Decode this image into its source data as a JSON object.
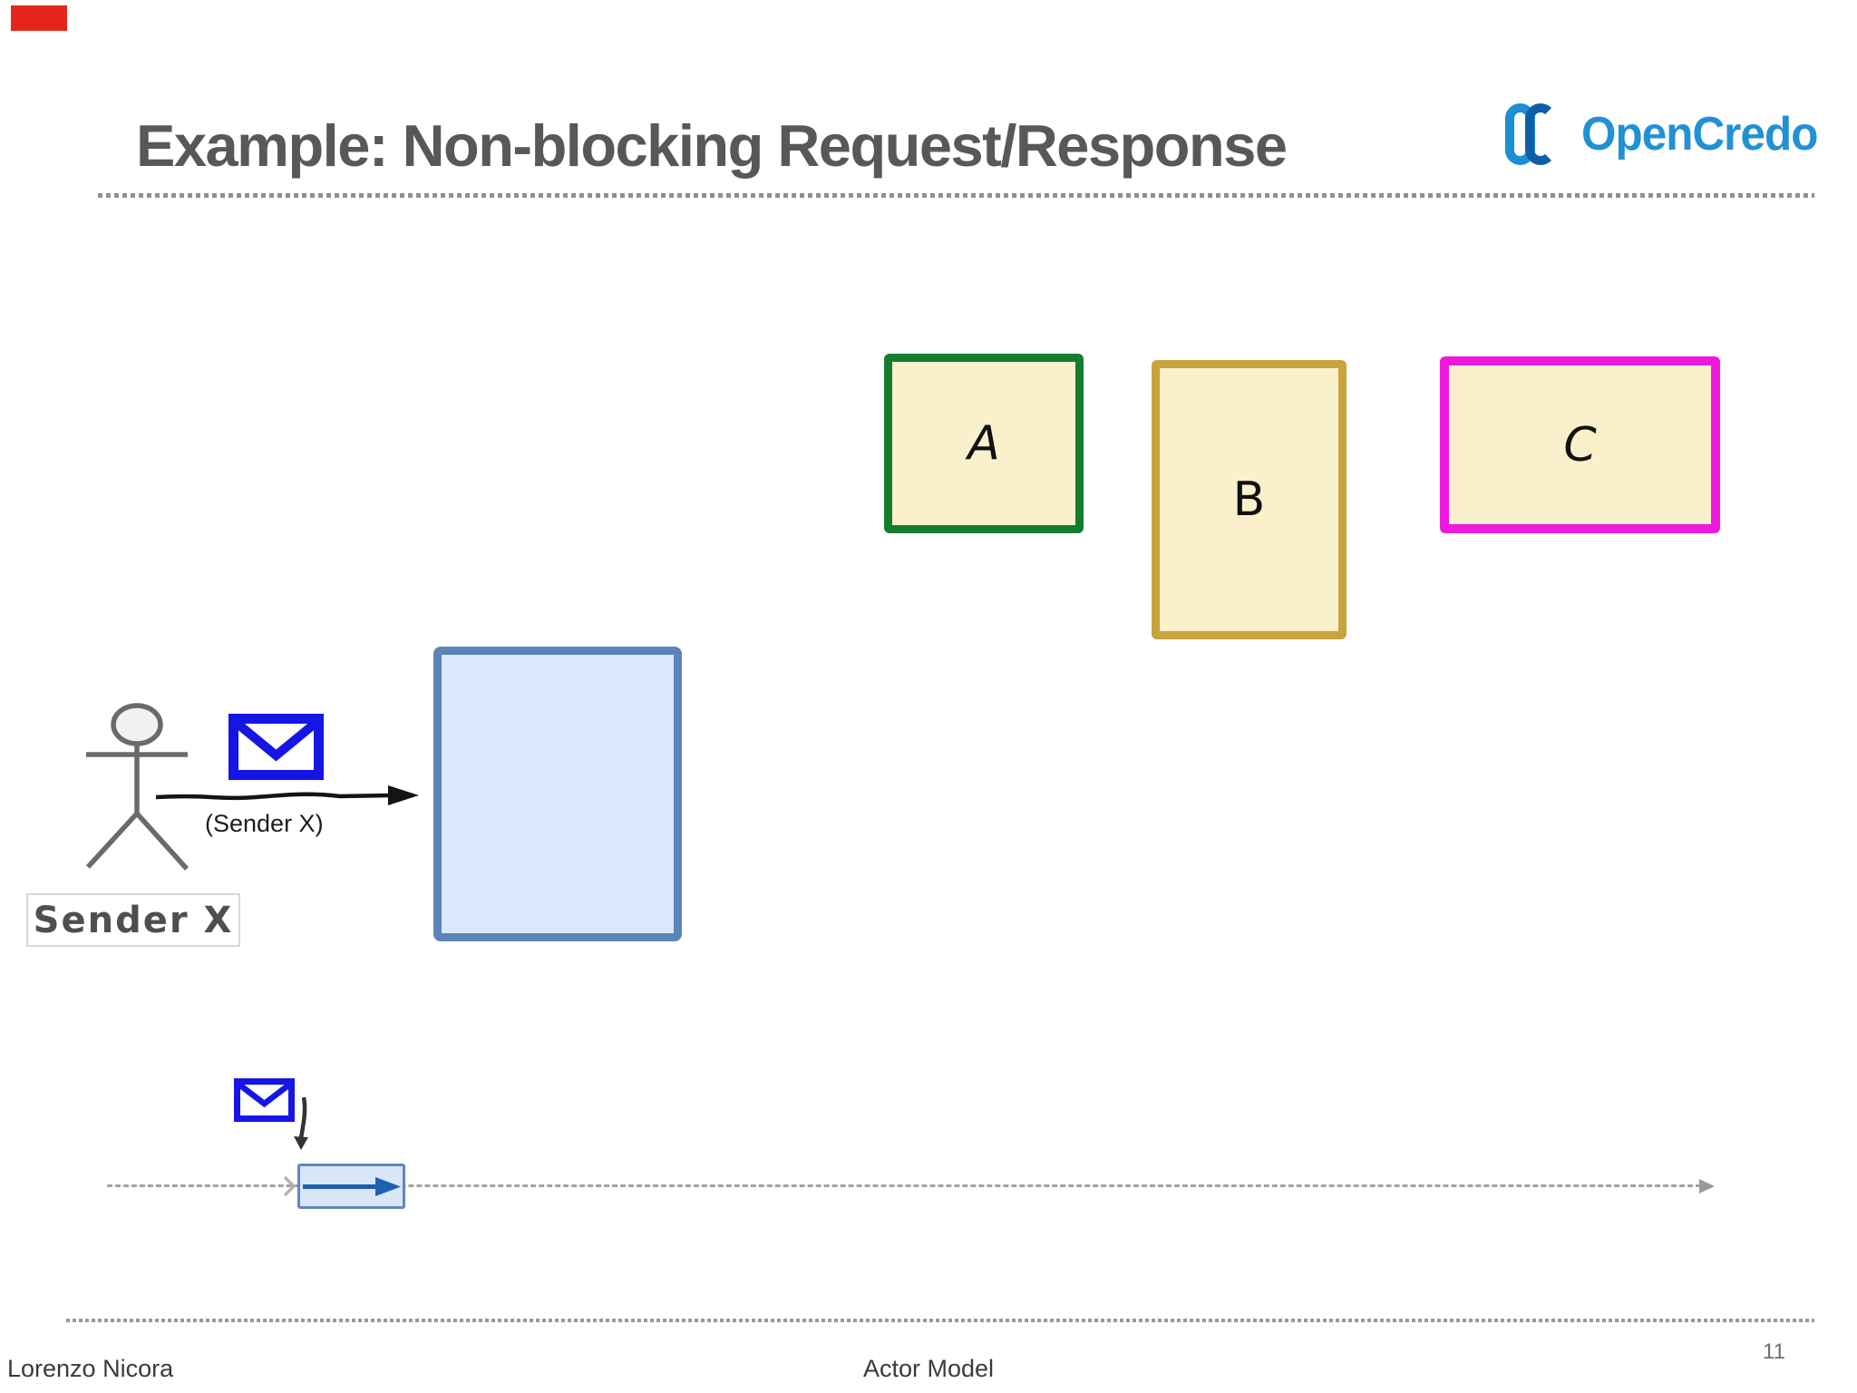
{
  "slide": {
    "title": "Example: Non-blocking Request/Response",
    "title_color": "#58585a",
    "recording_marker_color": "#e6261d",
    "logo": {
      "text": "OpenCredo",
      "mark": "OC",
      "mark_o_color": "#1d8fd2",
      "mark_c_color": "#0f5fa8",
      "text_color": "#2191d4"
    },
    "actor_boxes": [
      {
        "label": "A",
        "border_color": "#157e2c",
        "fill_color": "#faf0cb"
      },
      {
        "label": "B",
        "border_color": "#c9a33d",
        "fill_color": "#faf0cb"
      },
      {
        "label": "C",
        "border_color": "#ee18dc",
        "fill_color": "#faf0cb"
      }
    ],
    "mailbox_box": {
      "border_color": "#5b84b8",
      "fill_color": "#dbe7fa"
    },
    "sender": {
      "caption": "Sender X",
      "arrow_label": "(Sender X)",
      "envelope_color": "#1515e6",
      "figure_color": "#6a6a6a"
    },
    "timeline": {
      "line_color": "#a3a3a3",
      "segment_fill": "#d9e6f7",
      "segment_border": "#6188bf",
      "segment_arrow_color": "#1d5fb0"
    },
    "footer": {
      "author": "Lorenzo Nicora",
      "deck_title": "Actor Model",
      "page_number": "11"
    }
  }
}
